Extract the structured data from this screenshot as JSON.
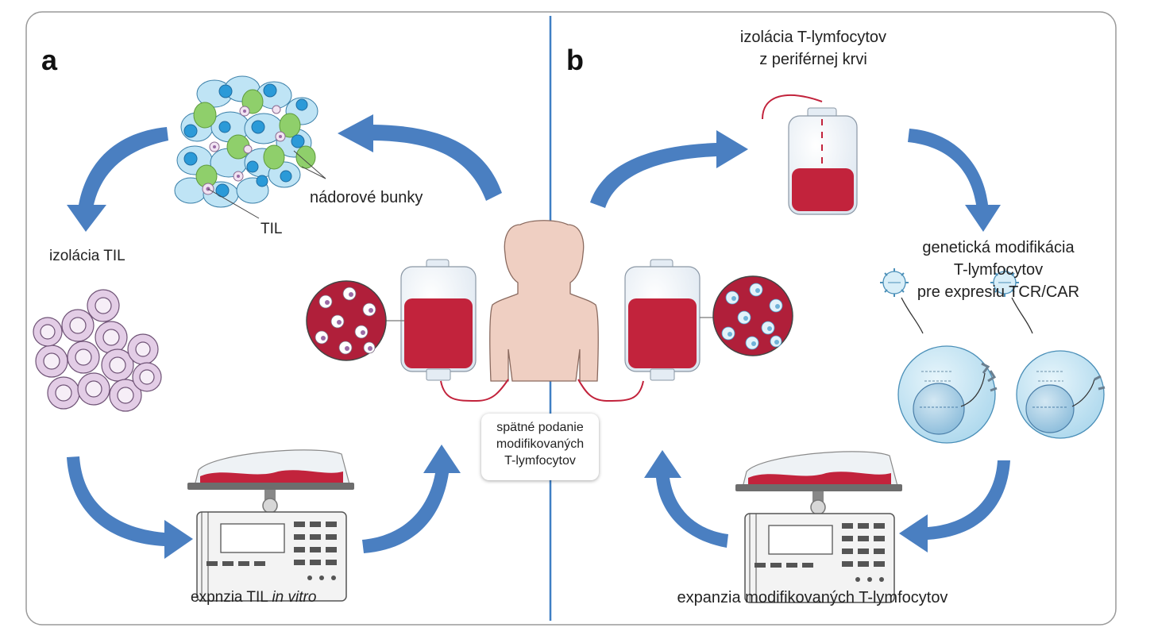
{
  "panels": {
    "a": "a",
    "b": "b"
  },
  "labels": {
    "tumor_cells": "nádorové bunky",
    "til": "TIL",
    "til_isolation": "izolácia TIL",
    "til_expansion_prefix": "expnzia TIL",
    "til_expansion_italic": "in vitro",
    "blood_isolation_line1": "izolácia T-lymfocytov",
    "blood_isolation_line2": "z periférnej krvi",
    "genetic_line1": "genetická modifikácia",
    "genetic_line2": "T-lymfocytov",
    "genetic_line3": "pre expresiu TCR/CAR",
    "modified_expansion": "expanzia modifikovaných T-lymfocytov",
    "reinfusion_line1": "spätné podanie",
    "reinfusion_line2": "modifikovaných",
    "reinfusion_line3": "T-lymfocytov"
  },
  "colors": {
    "arrow": "#4a7fc1",
    "divider": "#3f7fc4",
    "blood": "#c2233c",
    "blood_dark": "#9e1630",
    "tumor_green": "#8fcf6b",
    "tumor_blue": "#2b9ad8",
    "tumor_capsule": "#bfe4f5",
    "til_purple": "#e3cde6",
    "skin": "#efcfc2",
    "bag": "#e4ecf4",
    "machine": "#f3f3f3",
    "cell_fill": "#c7e6f4"
  },
  "icons": [
    "tumor-cluster-icon",
    "til-cluster-icon",
    "incubator-icon",
    "blood-bag-icon",
    "human-silhouette-icon",
    "virus-icon",
    "t-cell-icon",
    "zoom-circle-icon"
  ]
}
